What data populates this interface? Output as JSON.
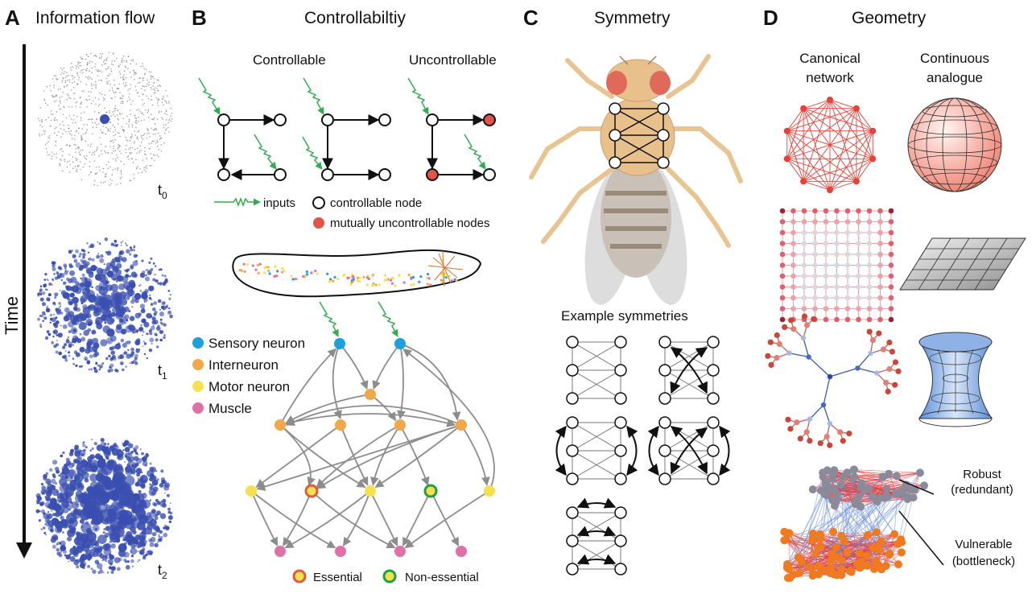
{
  "panel_a": {
    "letter": "A",
    "title": "Information flow",
    "axis_label": "Time",
    "time_labels": [
      {
        "base": "t",
        "sub": "0"
      },
      {
        "base": "t",
        "sub": "1"
      },
      {
        "base": "t",
        "sub": "2"
      }
    ]
  },
  "panel_b": {
    "letter": "B",
    "title": "Controllabiltiy",
    "controllable_label": "Controllable",
    "uncontrollable_label": "Uncontrollable",
    "legend": {
      "inputs": "inputs",
      "controllable_node": "controllable node",
      "mutually_uncontrollable": "mutually uncontrollable nodes"
    },
    "cell_types": [
      {
        "label": "Sensory neuron",
        "color": "#1ea0dc"
      },
      {
        "label": "Interneuron",
        "color": "#f0a848"
      },
      {
        "label": "Motor neuron",
        "color": "#f5e050"
      },
      {
        "label": "Muscle",
        "color": "#e070a8"
      }
    ],
    "essential_label": "Essential",
    "nonessential_label": "Non-essential",
    "essential_color": "#e05a40",
    "nonessential_color": "#20a040",
    "input_color": "#2fae4f"
  },
  "panel_c": {
    "letter": "C",
    "title": "Symmetry",
    "examples_label": "Example symmetries"
  },
  "panel_d": {
    "letter": "D",
    "title": "Geometry",
    "col1_line1": "Canonical",
    "col1_line2": "network",
    "col2_line1": "Continuous",
    "col2_line2": "analogue",
    "robust_line1": "Robust",
    "robust_line2": "(redundant)",
    "vulnerable_line1": "Vulnerable",
    "vulnerable_line2": "(bottleneck)"
  },
  "colors": {
    "blue": "#3a4fb0",
    "red": "#e8413a",
    "uncontrollable_red": "#e05545",
    "gray": "#8a8a8a"
  }
}
